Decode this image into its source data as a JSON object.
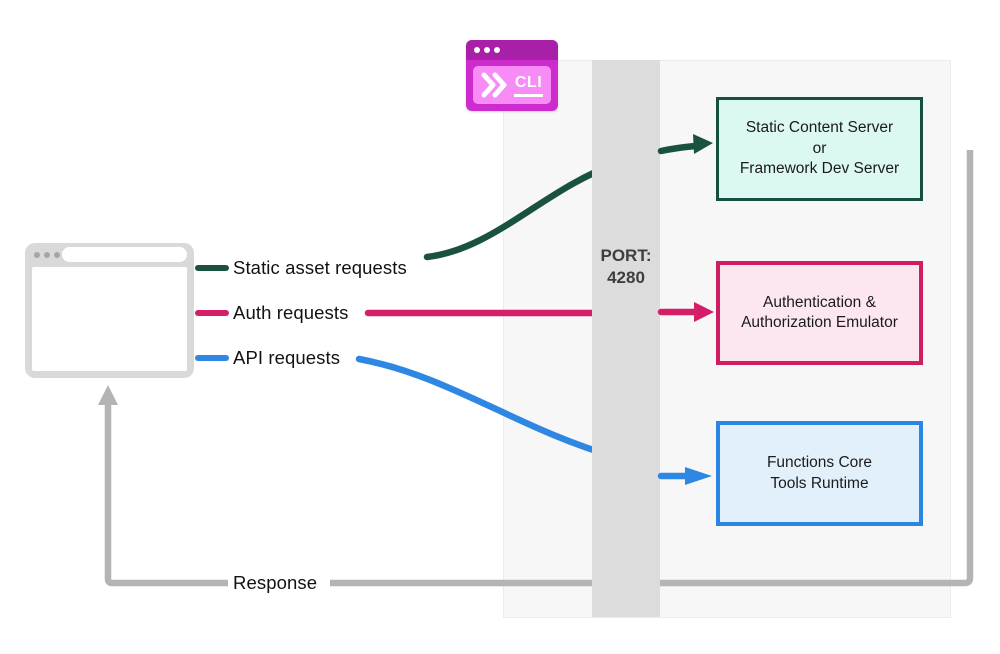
{
  "diagram": {
    "title_hint": "Static Web Apps CLI local architecture diagram",
    "cli": {
      "label": "CLI",
      "icon": "cli-terminal-window-icon"
    },
    "browser": {
      "icon": "browser-window-icon"
    },
    "port": {
      "text": "PORT:\n4280"
    },
    "labels": {
      "static": "Static asset requests",
      "auth": "Auth requests",
      "api": "API requests",
      "response": "Response"
    },
    "boxes": [
      {
        "id": "static-content-server",
        "text": "Static Content Server\nor\nFramework Dev Server",
        "border": "#155040",
        "fill": "#dcf8f2"
      },
      {
        "id": "auth-emulator",
        "text": "Authentication &\nAuthorization Emulator",
        "border": "#cf1d62",
        "fill": "#fce7f0"
      },
      {
        "id": "functions-runtime",
        "text": "Functions Core\nTools Runtime",
        "border": "#2b86e1",
        "fill": "#e2f0fb"
      }
    ],
    "colors": {
      "static_flow": "#1a5240",
      "auth_flow": "#d41e68",
      "api_flow": "#2e87e2",
      "response_flow": "#b4b4b4",
      "port_bar": "#dcdcdc",
      "panel": "#f7f7f7",
      "browser_chrome": "#d9d9d9",
      "cli_header": "#a81fa8",
      "cli_body": "#cd2bcd",
      "cli_inner": "#f78cf7"
    }
  }
}
